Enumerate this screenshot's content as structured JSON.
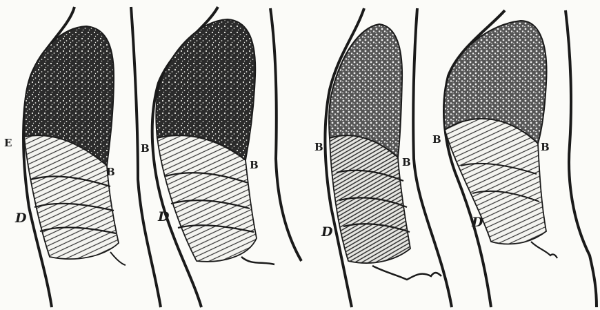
{
  "figure": {
    "panels": [
      {
        "labels": {
          "b_left": "E",
          "b_right": "B",
          "d": "D"
        }
      },
      {
        "labels": {
          "b_left": "B",
          "b_right": "B",
          "d": "D"
        }
      },
      {
        "labels": {
          "b_left": "B",
          "b_right": "B",
          "d": "D"
        }
      },
      {
        "labels": {
          "b_left": "B",
          "b_right": "B",
          "d": "D"
        }
      }
    ],
    "colors": {
      "ink": "#1a1a1a",
      "paper": "#fbfbf8"
    }
  }
}
